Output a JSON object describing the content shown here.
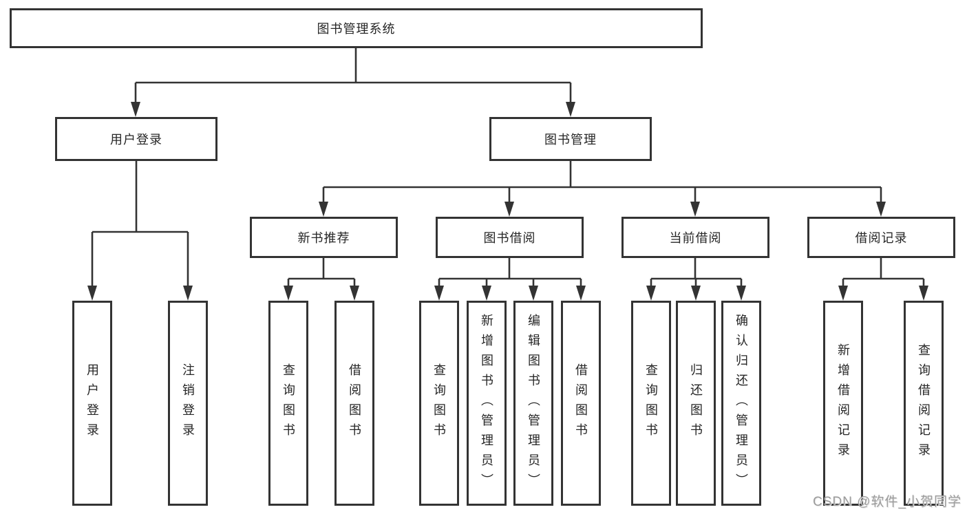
{
  "diagram": {
    "root": {
      "label": "图书管理系统"
    },
    "level1": [
      {
        "label": "用户登录"
      },
      {
        "label": "图书管理"
      }
    ],
    "level2": [
      {
        "label": "新书推荐"
      },
      {
        "label": "图书借阅"
      },
      {
        "label": "当前借阅"
      },
      {
        "label": "借阅记录"
      }
    ],
    "leaves_login": [
      {
        "label": "用户登录"
      },
      {
        "label": "注销登录"
      }
    ],
    "leaves_recommend": [
      {
        "label": "查询图书"
      },
      {
        "label": "借阅图书"
      }
    ],
    "leaves_borrow": [
      {
        "label": "查询图书"
      },
      {
        "label": "新增图书（管理员）"
      },
      {
        "label": "编辑图书（管理员）"
      },
      {
        "label": "借阅图书"
      }
    ],
    "leaves_current": [
      {
        "label": "查询图书"
      },
      {
        "label": "归还图书"
      },
      {
        "label": "确认归还（管理员）"
      }
    ],
    "leaves_records": [
      {
        "label": "新增借阅记录"
      },
      {
        "label": "查询借阅记录"
      }
    ]
  },
  "watermark": {
    "text": "CSDN @软件_小贺同学",
    "color": "#9c9c9c"
  },
  "colors": {
    "line": "#333333",
    "box_border": "#333333",
    "text": "#262626",
    "background": "#ffffff"
  }
}
